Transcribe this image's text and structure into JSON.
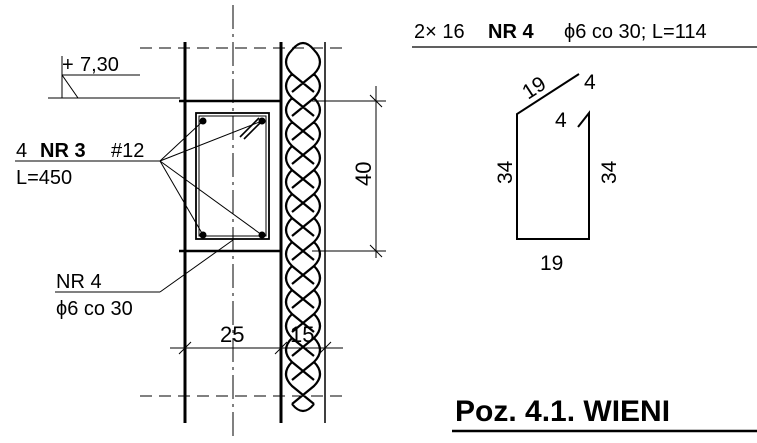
{
  "elevation": {
    "marker": "+",
    "value": "7,30"
  },
  "main_bars": {
    "count": "4",
    "mark": "NR 3",
    "dia": "#12",
    "length": "L=450"
  },
  "stirrup_label": {
    "mark": "NR 4",
    "spec": "ϕ6 co 30"
  },
  "dims": {
    "height": "40",
    "width": "25",
    "insulation": "15"
  },
  "bar_schedule": {
    "count": "2× 16",
    "mark": "NR 4",
    "spec": "ϕ6 co 30; L=114",
    "left_side": "34",
    "right_side": "34",
    "bottom": "19",
    "top_slant": "19",
    "hook_outer": "4",
    "hook_inner": "4"
  },
  "title": "Poz. 4.1. WIENI"
}
